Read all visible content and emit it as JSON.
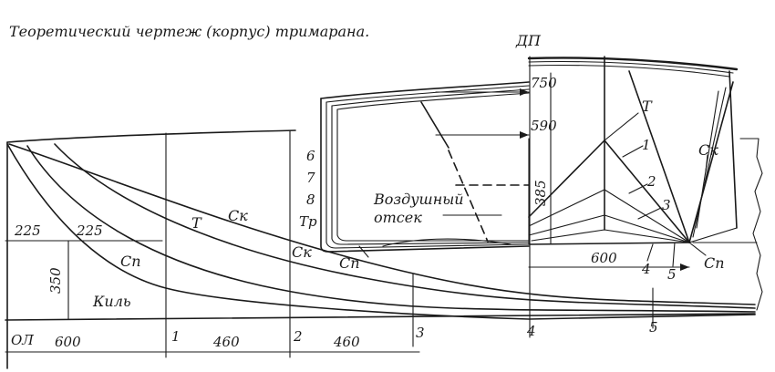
{
  "caption": "Теоретический чертеж (корпус) тримарана.",
  "colors": {
    "ink": "#1a1a1a",
    "paper": "#ffffff"
  },
  "profile": {
    "baseline_label": "ОЛ",
    "station_labels": [
      "1",
      "2",
      "3",
      "4",
      "5"
    ],
    "spacing_labels": [
      "600",
      "460",
      "460"
    ],
    "keel_offsets": [
      "225",
      "225"
    ],
    "keel_height": "350",
    "curve_labels": {
      "keel": "Киль",
      "chine_bottom": "Сп",
      "chine_side": "Ск",
      "sheer": "Т"
    }
  },
  "body_plan": {
    "centerline_label": "ДП",
    "dimensions": [
      "750",
      "590",
      "385",
      "600"
    ],
    "waterlines": [
      "6",
      "7",
      "8",
      "Тр"
    ],
    "stations": [
      "1",
      "2",
      "3",
      "4",
      "5"
    ],
    "curve_labels": {
      "sheer": "Т",
      "chine_side": "Ск",
      "chine_bottom": "Сп",
      "left_chine_side": "Ск",
      "left_chine_bottom": "Сп"
    },
    "air_compartment_label": [
      "Воздушный",
      "отсек"
    ]
  }
}
